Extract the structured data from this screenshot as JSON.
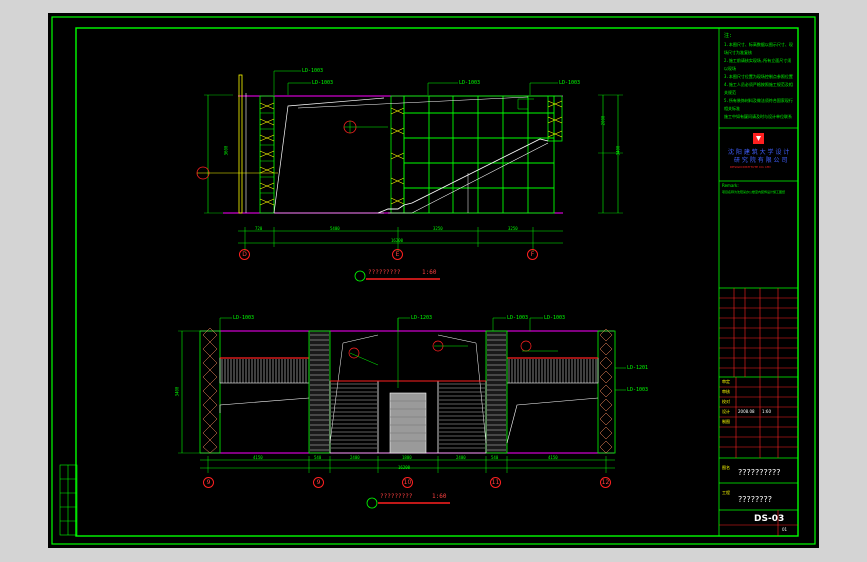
{
  "drawing": {
    "elevation_top": {
      "title": "?????????",
      "scale": "1:60",
      "grid_labels": [
        "D",
        "E",
        "F"
      ],
      "overall_dim": "16200",
      "dims": [
        "720",
        "5400",
        "3250",
        "3250"
      ],
      "tag_labels": [
        "LD-1003",
        "LD-1003",
        "LD-1003",
        "LD-1003"
      ],
      "height_dims": [
        "3600",
        "2000",
        "3400"
      ]
    },
    "elevation_bottom": {
      "title": "?????????",
      "scale": "1:60",
      "grid_labels": [
        "9",
        "9",
        "10",
        "11",
        "12"
      ],
      "overall_dim": "16200",
      "dims": [
        "4150",
        "540",
        "2400",
        "1800",
        "2400",
        "540",
        "4150"
      ],
      "tag_labels": [
        "LD-1003",
        "LD-1203",
        "LD-1003",
        "LD-1003",
        "LD-1201",
        "LD-1003"
      ],
      "height_dims": [
        "3400"
      ]
    },
    "notes": {
      "header": "注:",
      "lines": [
        "1.本图尺寸、标高数据以图示尺寸、现场尺寸为准复核",
        "2.施工前请核实现场,所有立面尺寸须以现场",
        "3.本图尺寸位置为现场控制点参照位置",
        "4.施工人员必须严格按照施工规范及相关规范",
        "5.所有装饰材料及做法须符合国家现行相关标准",
        "施工中如有疑问请及时与设计单位联系"
      ]
    },
    "title_block": {
      "company_line1": "沈 阳 建 筑 大 学 设 计",
      "company_line2": "研 究 院 有 限 公 司",
      "company_sub": "DESIGN INSTITUTE CO. LTD",
      "project_label": "Remark:",
      "project_text": "项目名称为沈阳某办公楼室内装饰设计施工图纸",
      "row_labels": [
        "审定",
        "审核",
        "校对",
        "设计",
        "制图"
      ],
      "date": "2008.08",
      "scale": "1:60",
      "drawing_name_label": "图名",
      "drawing_name": "??????????",
      "sheet_label": "工程",
      "sheet_value": "????????",
      "drawing_no": "DS-03",
      "sheet_no": "01"
    },
    "colors": {
      "frame": "#00ff00",
      "accent": "#ff2020",
      "wall": "#ff00ff",
      "yellow": "#ffff00",
      "white": "#ffffff"
    }
  }
}
